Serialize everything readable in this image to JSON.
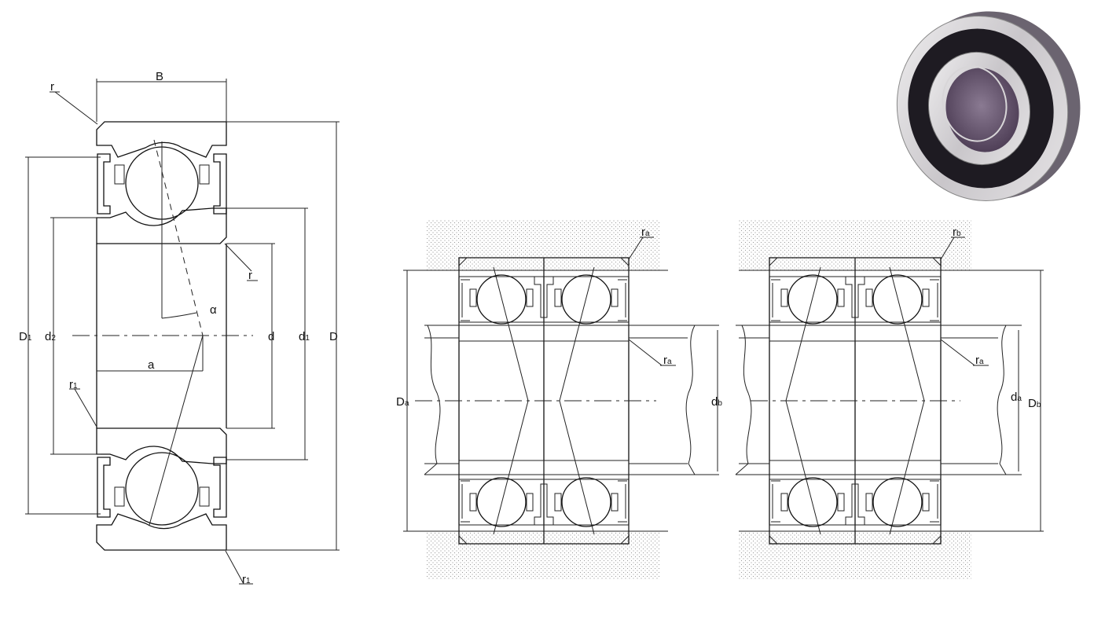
{
  "labels": {
    "B": "B",
    "r": "r",
    "alpha": "α",
    "a": "a",
    "D1_main": "D",
    "D1_sub": "1",
    "d2_main": "d",
    "d2_sub": "2",
    "d": "d",
    "d1_main": "d",
    "d1_sub": "1",
    "D": "D",
    "r1_main": "r",
    "r1_sub": "1",
    "ra_main": "r",
    "ra_sub": "a",
    "rb_main": "r",
    "rb_sub": "b",
    "Da_main": "D",
    "Da_sub": "a",
    "db_main": "d",
    "db_sub": "b",
    "da_main": "d",
    "da_sub": "a",
    "Db_main": "D",
    "Db_sub": "b"
  },
  "colors": {
    "line": "#111111",
    "hatch": "#333333",
    "dots": "#9a9a9a",
    "seal": "#1e1b22",
    "metal_light": "#d8d6d8",
    "bore": "#5e4c66"
  }
}
